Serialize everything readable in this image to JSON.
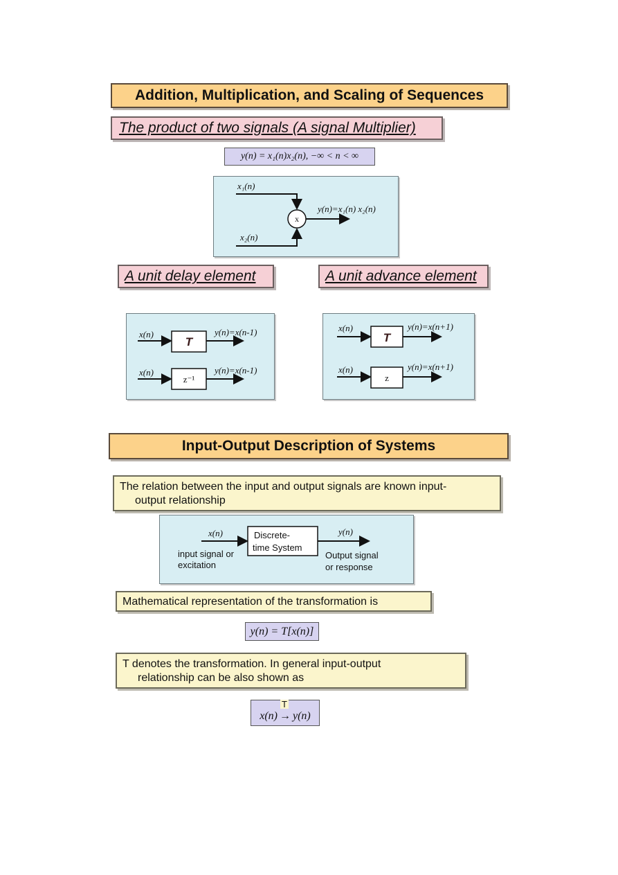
{
  "section1": {
    "title": "Addition, Multiplication, and Scaling of Sequences",
    "product_heading": "The product of two signals (A signal Multiplier)",
    "product_formula": "y(n) = x₁(n)x₂(n),   −∞ < n < ∞",
    "multiplier": {
      "input1": "x₁(n)",
      "input2": "x₂(n)",
      "node": "x",
      "output": "y(n)=x₁(n) x₂(n)"
    },
    "delay_heading": "A unit delay element",
    "advance_heading": "A unit advance element",
    "delay": {
      "in1": "x(n)",
      "block1": "T",
      "out1": "y(n)=x(n-1)",
      "in2": "x(n)",
      "block2": "z⁻¹",
      "out2": "y(n)=x(n-1)"
    },
    "advance": {
      "in1": "x(n)",
      "block1": "T",
      "out1": "y(n)=x(n+1)",
      "in2": "x(n)",
      "block2": "z",
      "out2": "y(n)=x(n+1)"
    }
  },
  "section2": {
    "title": "Input-Output Description of Systems",
    "note1_line1": "The relation between the input and output signals are known input-",
    "note1_line2": "output relationship",
    "system": {
      "input_symbol": "x(n)",
      "block_line1": "Discrete-",
      "block_line2": "time System",
      "output_symbol": "y(n)",
      "input_label_line1": "input signal or",
      "input_label_line2": "excitation",
      "output_label_line1": "Output signal",
      "output_label_line2": "or response"
    },
    "note2": "Mathematical representation of the transformation is",
    "formula_transform": "y(n) = T[x(n)]",
    "note3_line1": "T denotes the transformation. In general input-output",
    "note3_line2": "relationship can be also shown as",
    "arrow_formula_left": "x(n)",
    "arrow_formula_op": "T",
    "arrow_formula_right": "y(n)"
  },
  "colors": {
    "header_bg": "#fcd28a",
    "subheading_bg": "#f6d0d6",
    "formula_bg": "#d7d3f0",
    "diagram_bg": "#d8eef3",
    "note_bg": "#fbf5cc"
  }
}
